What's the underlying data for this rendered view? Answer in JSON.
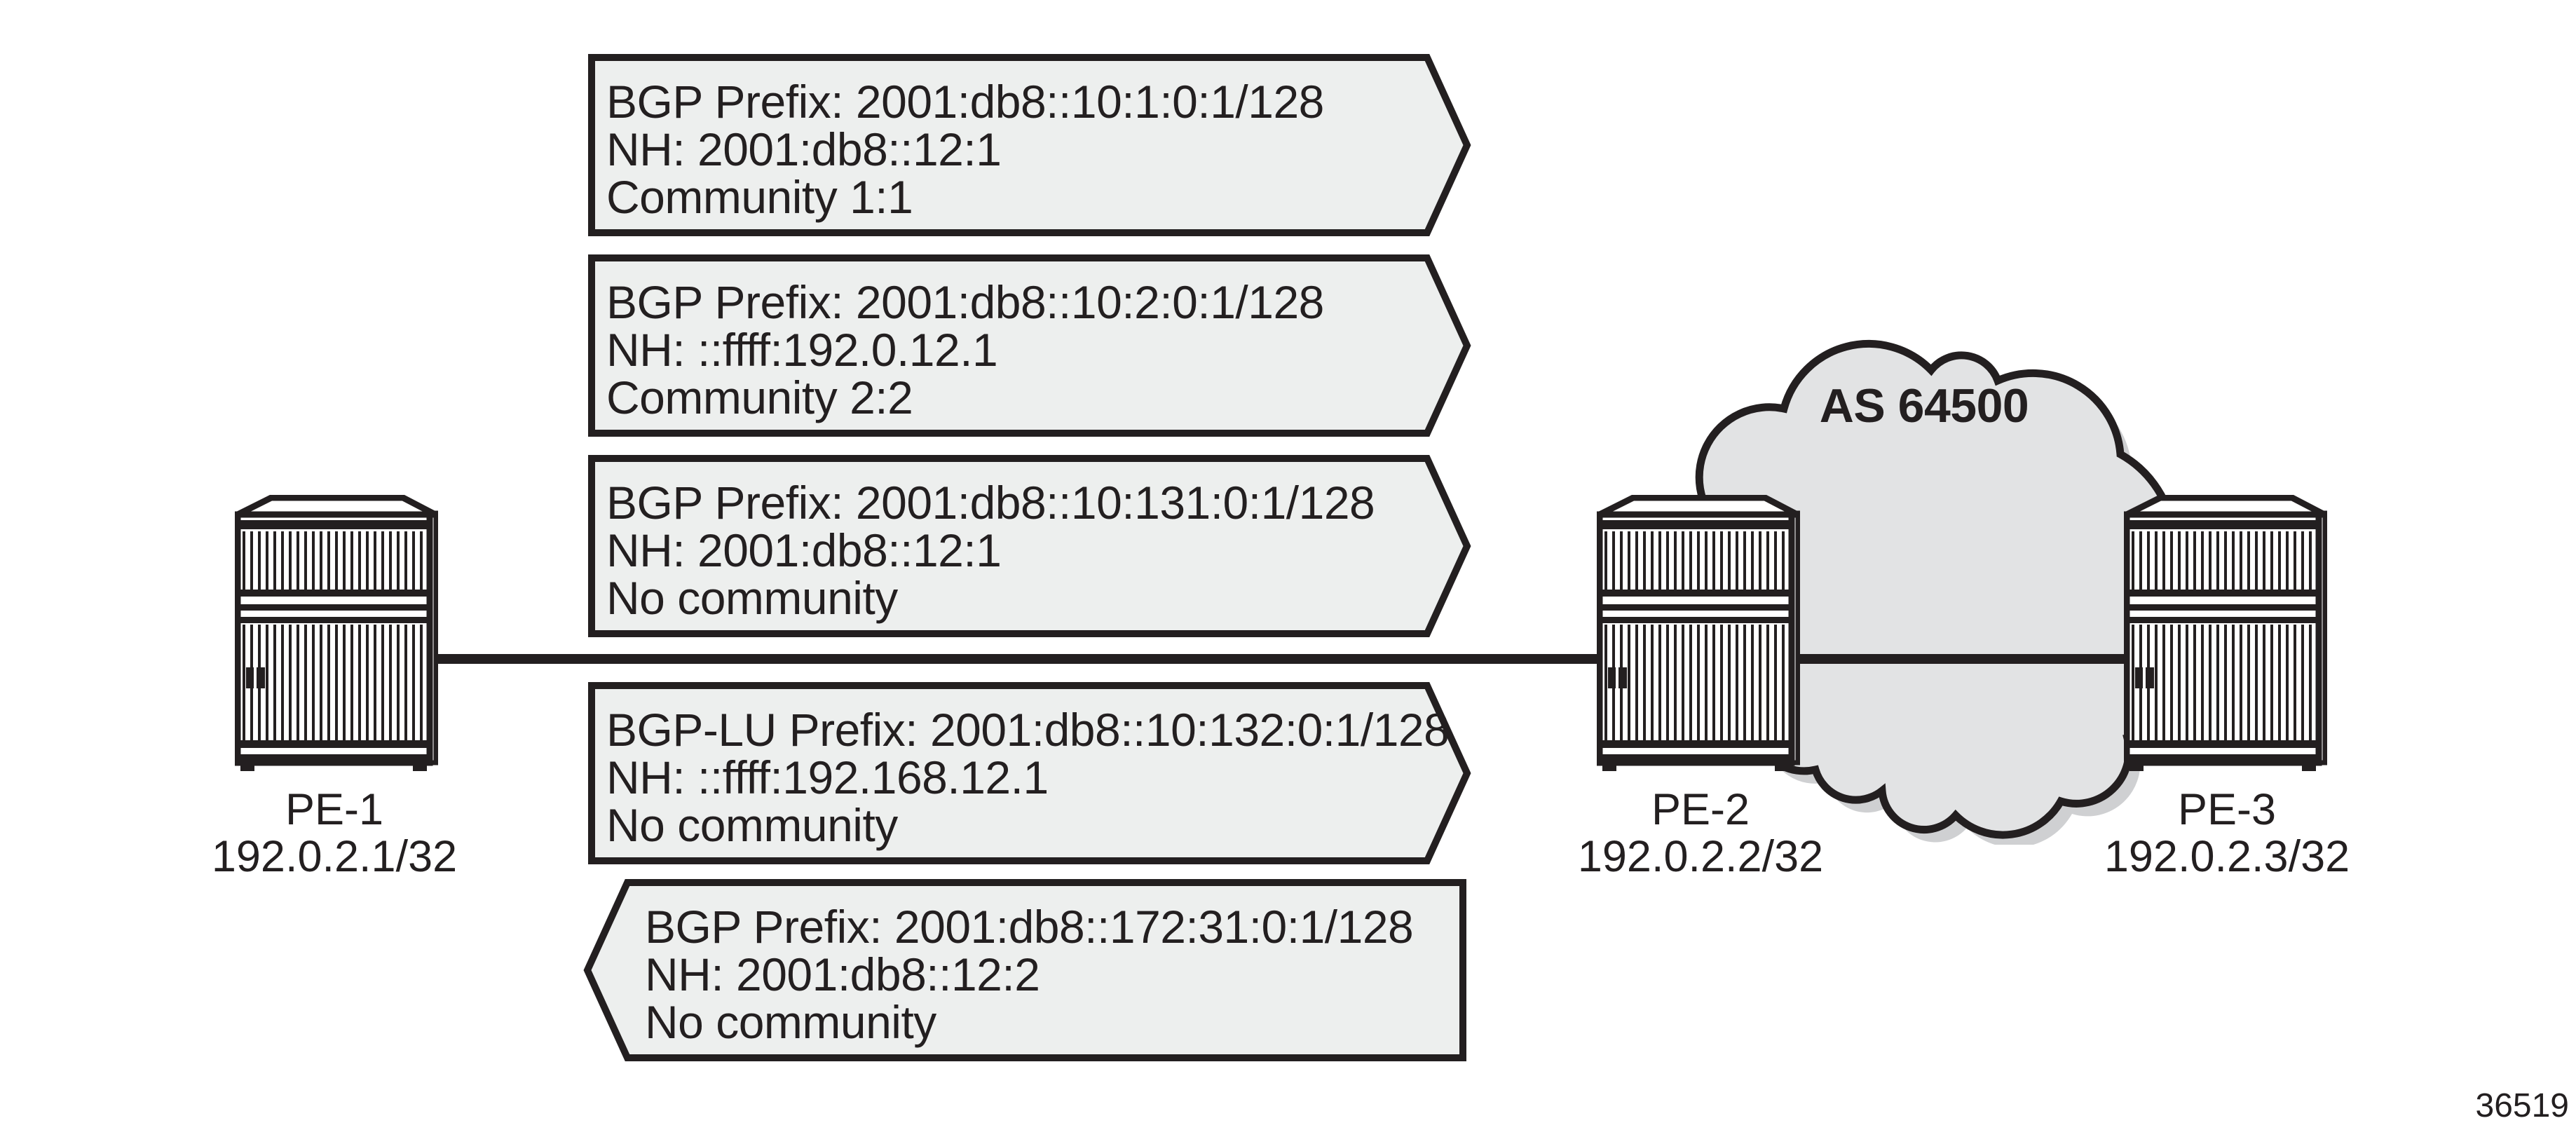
{
  "advertisements": [
    {
      "direction": "right",
      "lines": [
        "BGP Prefix: 2001:db8::10:1:0:1/128",
        "NH: 2001:db8::12:1",
        "Community 1:1"
      ]
    },
    {
      "direction": "right",
      "lines": [
        "BGP Prefix: 2001:db8::10:2:0:1/128",
        "NH: ::ffff:192.0.12.1",
        "Community 2:2"
      ]
    },
    {
      "direction": "right",
      "lines": [
        "BGP Prefix: 2001:db8::10:131:0:1/128",
        "NH: 2001:db8::12:1",
        "No community"
      ]
    },
    {
      "direction": "right",
      "lines": [
        "BGP-LU Prefix: 2001:db8::10:132:0:1/128",
        "NH: ::ffff:192.168.12.1",
        "No community"
      ]
    },
    {
      "direction": "left",
      "lines": [
        "BGP Prefix: 2001:db8::172:31:0:1/128",
        "NH: 2001:db8::12:2",
        "No community"
      ]
    }
  ],
  "routers": [
    {
      "name": "PE-1",
      "ip": "192.0.2.1/32"
    },
    {
      "name": "PE-2",
      "ip": "192.0.2.2/32"
    },
    {
      "name": "PE-3",
      "ip": "192.0.2.3/32"
    }
  ],
  "cloud": {
    "label": "AS 64500"
  },
  "figure_number": "36519",
  "colors": {
    "ink": "#231f20",
    "box_fill": "#edefee",
    "cloud_fill": "#e2e3e4",
    "cloud_shadow": "#cfd0d2",
    "background": "#ffffff"
  }
}
